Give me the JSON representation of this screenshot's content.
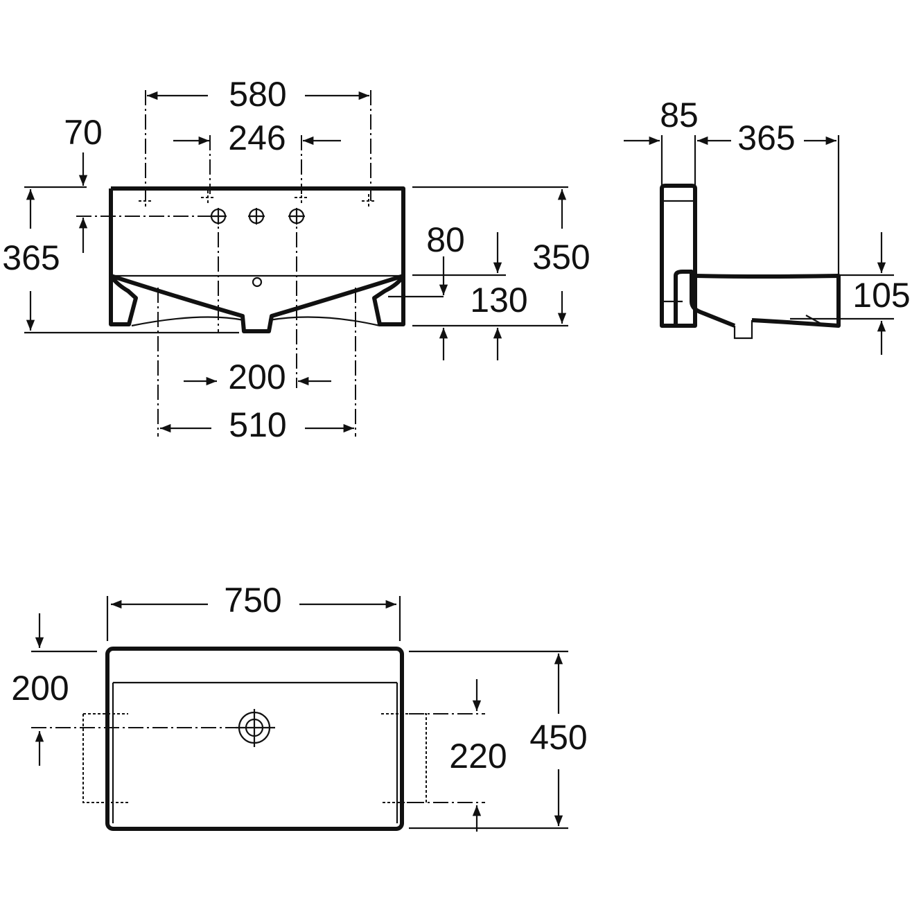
{
  "front_view": {
    "dims": {
      "tap_holes_outer": "580",
      "tap_holes_inner": "246",
      "tap_offset_top": "70",
      "total_height": "365",
      "overflow_depth": "80",
      "body_height": "350",
      "bracket_height": "130",
      "bracket_inner": "200",
      "bracket_outer": "510"
    }
  },
  "side_view": {
    "dims": {
      "back_thickness": "85",
      "depth": "365",
      "front_height": "105"
    }
  },
  "top_view": {
    "dims": {
      "width": "750",
      "drain_offset": "200",
      "bracket_spacing": "220",
      "depth": "450"
    }
  }
}
